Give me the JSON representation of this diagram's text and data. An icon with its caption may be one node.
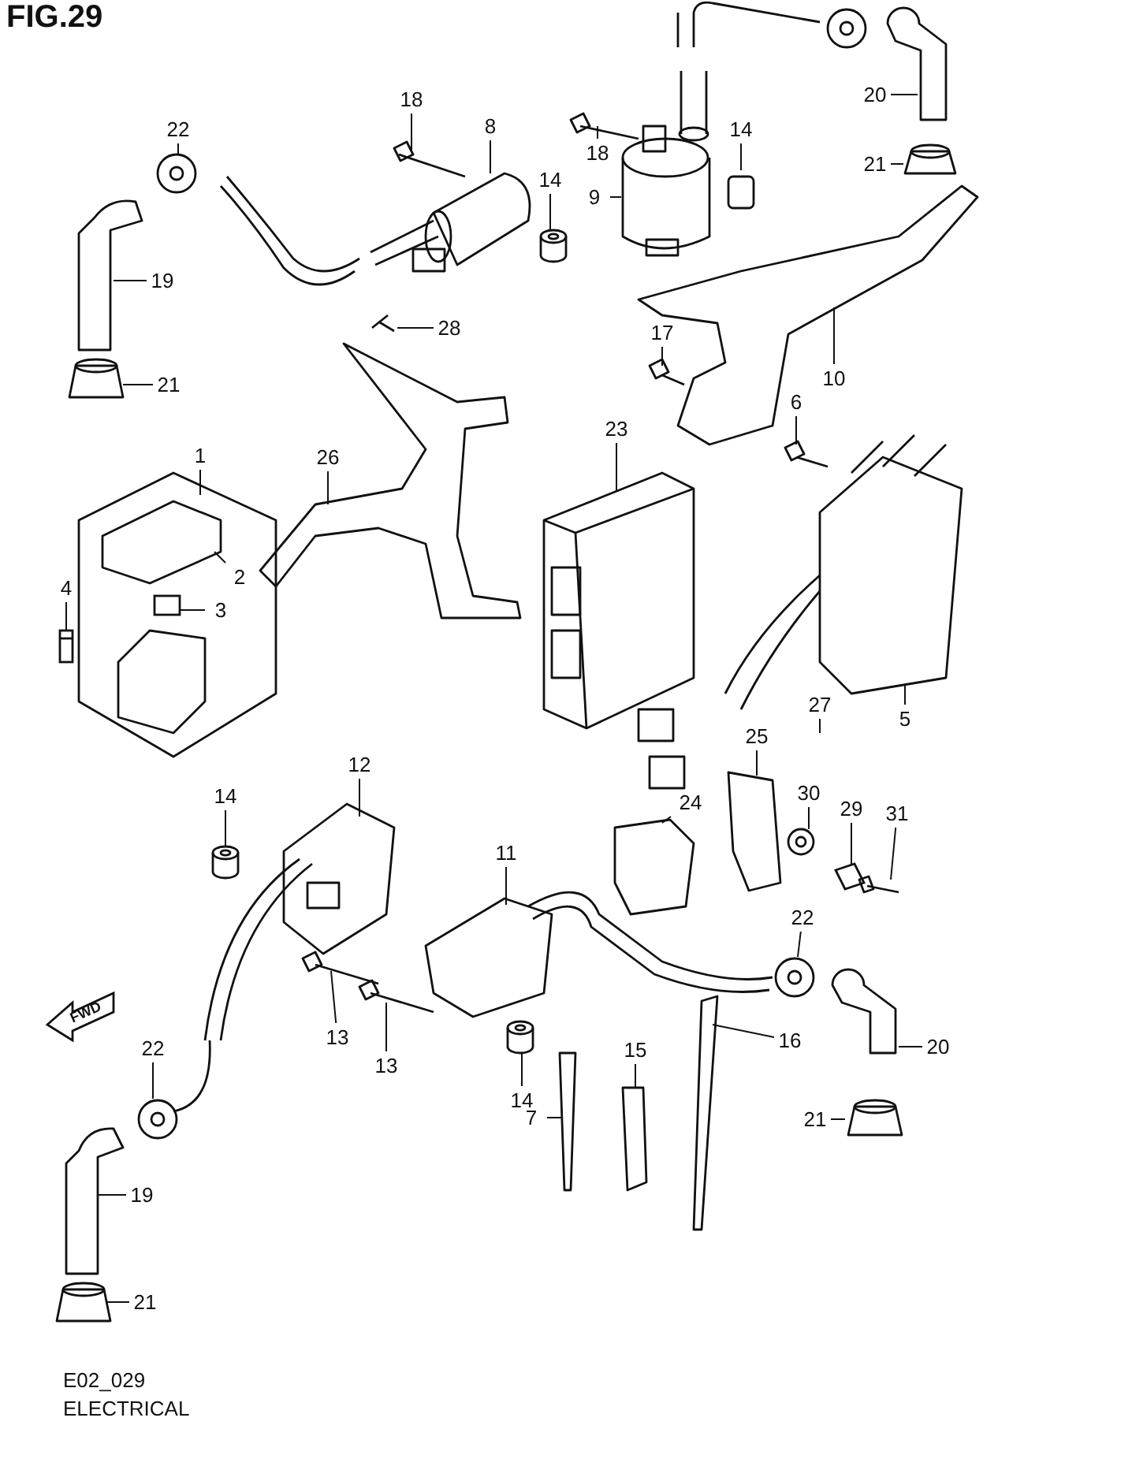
{
  "diagram": {
    "title": "FIG.29",
    "nodes": [
      {
        "text": [
          "18"
        ]
      },
      {
        "text": [
          "8"
        ]
      },
      {
        "text": [
          "18"
        ]
      },
      {
        "text": [
          "14"
        ]
      },
      {
        "text": [
          "20"
        ]
      },
      {
        "text": [
          "22"
        ]
      },
      {
        "text": [
          "14"
        ]
      },
      {
        "text": [
          "9"
        ]
      },
      {
        "text": [
          "19"
        ]
      },
      {
        "text": [
          "28"
        ]
      },
      {
        "text": [
          "21"
        ]
      },
      {
        "text": [
          "17"
        ]
      },
      {
        "text": [
          "10"
        ]
      },
      {
        "text": [
          "21"
        ]
      },
      {
        "text": [
          "23"
        ]
      },
      {
        "text": [
          "6"
        ]
      },
      {
        "text": [
          "1"
        ]
      },
      {
        "text": [
          "26"
        ]
      },
      {
        "text": [
          "2"
        ]
      },
      {
        "text": [
          "4"
        ]
      },
      {
        "text": [
          "3"
        ]
      },
      {
        "text": [
          "27"
        ]
      },
      {
        "text": [
          "5"
        ]
      },
      {
        "text": [
          "12"
        ]
      },
      {
        "text": [
          "25"
        ]
      },
      {
        "text": [
          "14"
        ]
      },
      {
        "text": [
          "30"
        ]
      },
      {
        "text": [
          "29"
        ]
      },
      {
        "text": [
          "31"
        ]
      },
      {
        "text": [
          "11"
        ]
      },
      {
        "text": [
          "24"
        ]
      },
      {
        "text": [
          "22"
        ]
      },
      {
        "text": [
          "15"
        ]
      },
      {
        "text": [
          "16"
        ]
      },
      {
        "text": [
          "20"
        ]
      },
      {
        "text": [
          "22"
        ]
      },
      {
        "text": [
          "13"
        ]
      },
      {
        "text": [
          "13"
        ]
      },
      {
        "text": [
          "14"
        ]
      },
      {
        "text": [
          "7"
        ]
      },
      {
        "text": [
          "21"
        ]
      },
      {
        "text": [
          "19"
        ]
      },
      {
        "text": [
          "21"
        ]
      },
      {
        "text": [],
        "shape": "picture"
      },
      {
        "text": [],
        "shape": "picture"
      },
      {
        "text": [],
        "shape": "picture"
      },
      {
        "text": [],
        "shape": "picture"
      },
      {
        "text": [],
        "shape": "picture"
      },
      {
        "text": [],
        "shape": "picture"
      },
      {
        "text": [],
        "shape": "picture"
      }
    ],
    "edges": [
      {
        "from": 0,
        "to": null,
        "arrow": "none"
      },
      {
        "from": 1,
        "to": null,
        "arrow": "none"
      },
      {
        "from": 2,
        "to": null,
        "arrow": "none"
      },
      {
        "from": 3,
        "to": null,
        "arrow": "none"
      },
      {
        "from": 4,
        "to": null,
        "arrow": "none"
      },
      {
        "from": 5,
        "to": null,
        "arrow": "none"
      },
      {
        "from": 6,
        "to": 43,
        "arrow": "none"
      },
      {
        "from": 7,
        "to": null,
        "arrow": "none"
      },
      {
        "from": 8,
        "to": null,
        "arrow": "none"
      },
      {
        "from": 9,
        "to": null,
        "arrow": "none"
      },
      {
        "from": 10,
        "to": null,
        "arrow": "none"
      },
      {
        "from": 11,
        "to": null,
        "arrow": "none"
      },
      {
        "from": 12,
        "to": null,
        "arrow": "none"
      },
      {
        "from": 13,
        "to": null,
        "arrow": "none"
      },
      {
        "from": 14,
        "to": null,
        "arrow": "none"
      },
      {
        "from": 15,
        "to": null,
        "arrow": "none"
      },
      {
        "from": 16,
        "to": null,
        "arrow": "none"
      },
      {
        "from": 17,
        "to": null,
        "arrow": "none"
      },
      {
        "from": 18,
        "to": null,
        "arrow": "none"
      },
      {
        "from": 19,
        "to": 44,
        "arrow": "none"
      },
      {
        "from": 20,
        "to": 45,
        "arrow": "none"
      },
      {
        "from": 21,
        "to": null,
        "arrow": "none"
      },
      {
        "from": 22,
        "to": null,
        "arrow": "none"
      },
      {
        "from": 23,
        "to": null,
        "arrow": "none"
      },
      {
        "from": 24,
        "to": null,
        "arrow": "none"
      },
      {
        "from": 25,
        "to": 46,
        "arrow": "none"
      },
      {
        "from": 26,
        "to": 47,
        "arrow": "none"
      },
      {
        "from": 27,
        "to": 48,
        "arrow": "none"
      },
      {
        "from": 28,
        "to": null,
        "arrow": "none"
      },
      {
        "from": 29,
        "to": null,
        "arrow": "none"
      },
      {
        "from": 30,
        "to": null,
        "arrow": "none"
      },
      {
        "from": 31,
        "to": null,
        "arrow": "none"
      },
      {
        "from": 32,
        "to": null,
        "arrow": "none"
      },
      {
        "from": 33,
        "to": null,
        "arrow": "none"
      },
      {
        "from": 34,
        "to": null,
        "arrow": "none"
      },
      {
        "from": 35,
        "to": null,
        "arrow": "none"
      },
      {
        "from": 36,
        "to": null,
        "arrow": "none"
      },
      {
        "from": 37,
        "to": null,
        "arrow": "none"
      },
      {
        "from": 38,
        "to": 49,
        "arrow": "none"
      },
      {
        "from": 39,
        "to": null,
        "arrow": "none"
      },
      {
        "from": 40,
        "to": null,
        "arrow": "none"
      },
      {
        "from": 41,
        "to": null,
        "arrow": "none"
      },
      {
        "from": 42,
        "to": null,
        "arrow": "none"
      }
    ],
    "labels": [
      "FWD",
      "E02_029",
      "ELECTRICAL"
    ]
  }
}
